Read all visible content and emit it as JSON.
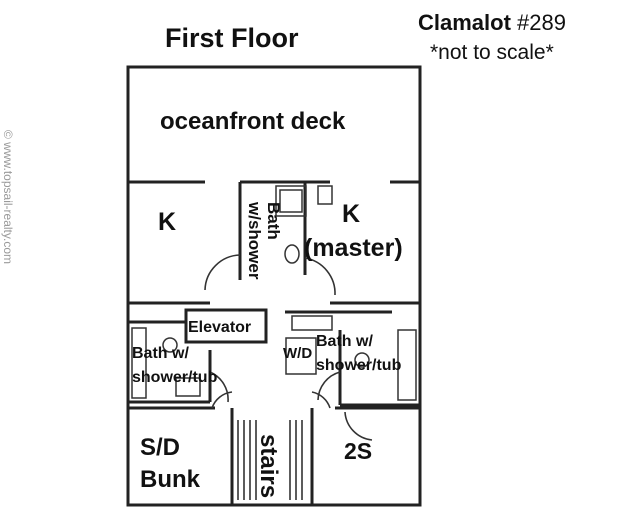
{
  "header": {
    "floor_title": "First Floor",
    "listing_name": "Clamalot",
    "listing_number": "#289",
    "scale_note": "*not to scale*"
  },
  "watermark": {
    "text": "© www.topsail-realty.com"
  },
  "rooms": {
    "deck": "oceanfront deck",
    "left_king": "K",
    "master_king_letter": "K",
    "master_king_sub": "(master)",
    "bath_center_line1": "Bath",
    "bath_center_line2": "w/shower",
    "elevator": "Elevator",
    "bath_left_line1": "Bath w/",
    "bath_left_line2": "shower/tub",
    "washer_dryer": "W/D",
    "bath_right_line1": "Bath w/",
    "bath_right_line2": "shower/tub",
    "bunk_line1": "S/D",
    "bunk_line2": "Bunk",
    "stairs": "stairs",
    "two_singles": "2S"
  }
}
